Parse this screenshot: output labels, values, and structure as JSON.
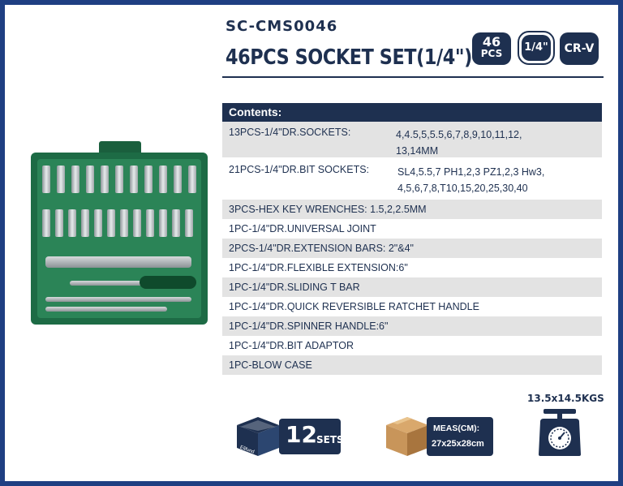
{
  "header": {
    "model": "SC-CMS0046",
    "title": "46PCS SOCKET SET(1/4\")",
    "badges": {
      "pcs_number": "46",
      "pcs_unit": "PCS",
      "drive": "1/4\"",
      "material": "CR-V"
    }
  },
  "contents": {
    "heading": "Contents:",
    "rows": [
      {
        "label": "13PCS-1/4\"DR.SOCKETS:",
        "value_line1": "4,4.5,5,5.5,6,7,8,9,10,11,12,",
        "value_line2": "13,14MM"
      },
      {
        "label": "21PCS-1/4\"DR.BIT SOCKETS:",
        "value_line1": "SL4,5.5,7 PH1,2,3 PZ1,2,3 Hw3,",
        "value_line2": "4,5,6,7,8,T10,15,20,25,30,40"
      },
      {
        "text": "3PCS-HEX KEY WRENCHES:   1.5,2,2.5MM"
      },
      {
        "text": "1PC-1/4\"DR.UNIVERSAL JOINT"
      },
      {
        "text": "2PCS-1/4\"DR.EXTENSION BARS: 2\"&4\""
      },
      {
        "text": "1PC-1/4\"DR.FLEXIBLE EXTENSION:6\""
      },
      {
        "text": "1PC-1/4\"DR.SLIDING T BAR"
      },
      {
        "text": "1PC-1/4\"DR.QUICK REVERSIBLE RATCHET HANDLE"
      },
      {
        "text": "1PC-1/4\"DR.SPINNER HANDLE:6\""
      },
      {
        "text": "1PC-1/4\"DR.BIT ADAPTOR"
      },
      {
        "text": "1PC-BLOW CASE"
      }
    ]
  },
  "footer": {
    "sets_number": "12",
    "sets_unit": "SETS",
    "box_brand": "Elifund",
    "meas_label": "MEAS(CM):",
    "meas_value": "27x25x28cm",
    "weight": "13.5x14.5KGS"
  },
  "colors": {
    "navy": "#1e3050",
    "frame_blue": "#1f3f82",
    "row_grey": "#e3e3e3",
    "case_green": "#1d6b45",
    "carton_brown": "#c8955a"
  },
  "icons": [
    "socket-set-case-image",
    "shipping-box-icon",
    "carton-box-icon",
    "weighing-scale-icon"
  ]
}
